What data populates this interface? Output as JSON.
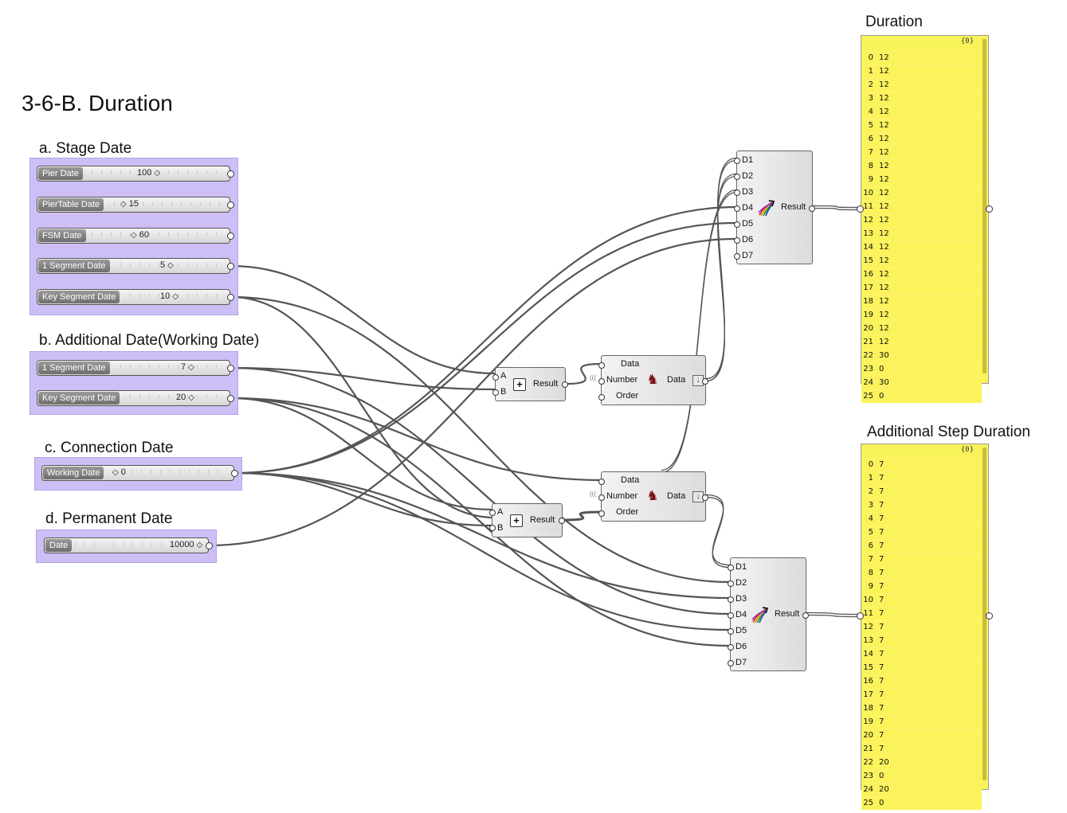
{
  "page_title": "3-6-B. Duration",
  "groups": {
    "stage": {
      "title": "a. Stage Date",
      "sliders": [
        {
          "label": "Pier Date",
          "value": "100"
        },
        {
          "label": "PierTable Date",
          "value": "15"
        },
        {
          "label": "FSM Date",
          "value": "60"
        },
        {
          "label": "1 Segment Date",
          "value": "5"
        },
        {
          "label": "Key Segment Date",
          "value": "10"
        }
      ]
    },
    "additional": {
      "title": "b. Additional Date(Working Date)",
      "sliders": [
        {
          "label": "1 Segment Date",
          "value": "7"
        },
        {
          "label": "Key Segment Date",
          "value": "20"
        }
      ]
    },
    "connection": {
      "title": "c. Connection Date",
      "sliders": [
        {
          "label": "Working Date",
          "value": "0"
        }
      ]
    },
    "permanent": {
      "title": "d. Permanent Date",
      "sliders": [
        {
          "label": "Date",
          "value": "10000"
        }
      ]
    }
  },
  "components": {
    "addition_top": {
      "input_a": "A",
      "input_b": "B",
      "output": "Result"
    },
    "addition_bottom": {
      "input_a": "A",
      "input_b": "B",
      "output": "Result"
    },
    "sort_top": {
      "inputs": [
        "Data",
        "Number",
        "Order"
      ],
      "output": "Data"
    },
    "sort_bottom": {
      "inputs": [
        "Data",
        "Number",
        "Order"
      ],
      "output": "Data"
    },
    "merge_top": {
      "inputs": [
        "D1",
        "D2",
        "D3",
        "D4",
        "D5",
        "D6",
        "D7"
      ],
      "output": "Result"
    },
    "merge_bottom": {
      "inputs": [
        "D1",
        "D2",
        "D3",
        "D4",
        "D5",
        "D6",
        "D7"
      ],
      "output": "Result"
    }
  },
  "panels": {
    "duration": {
      "title": "Duration",
      "path": "{0}",
      "rows": [
        "12",
        "12",
        "12",
        "12",
        "12",
        "12",
        "12",
        "12",
        "12",
        "12",
        "12",
        "12",
        "12",
        "12",
        "12",
        "12",
        "12",
        "12",
        "12",
        "12",
        "12",
        "12",
        "30",
        "0",
        "30",
        "0"
      ]
    },
    "additional_step": {
      "title": "Additional Step Duration",
      "path": "{0}",
      "rows": [
        "7",
        "7",
        "7",
        "7",
        "7",
        "7",
        "7",
        "7",
        "7",
        "7",
        "7",
        "7",
        "7",
        "7",
        "7",
        "7",
        "7",
        "7",
        "7",
        "7",
        "7",
        "7",
        "20",
        "0",
        "20",
        "0"
      ]
    }
  },
  "colors": {
    "group_fill": "#cdbff5",
    "panel_fill": "#f9f35a",
    "wire": "#555555"
  }
}
